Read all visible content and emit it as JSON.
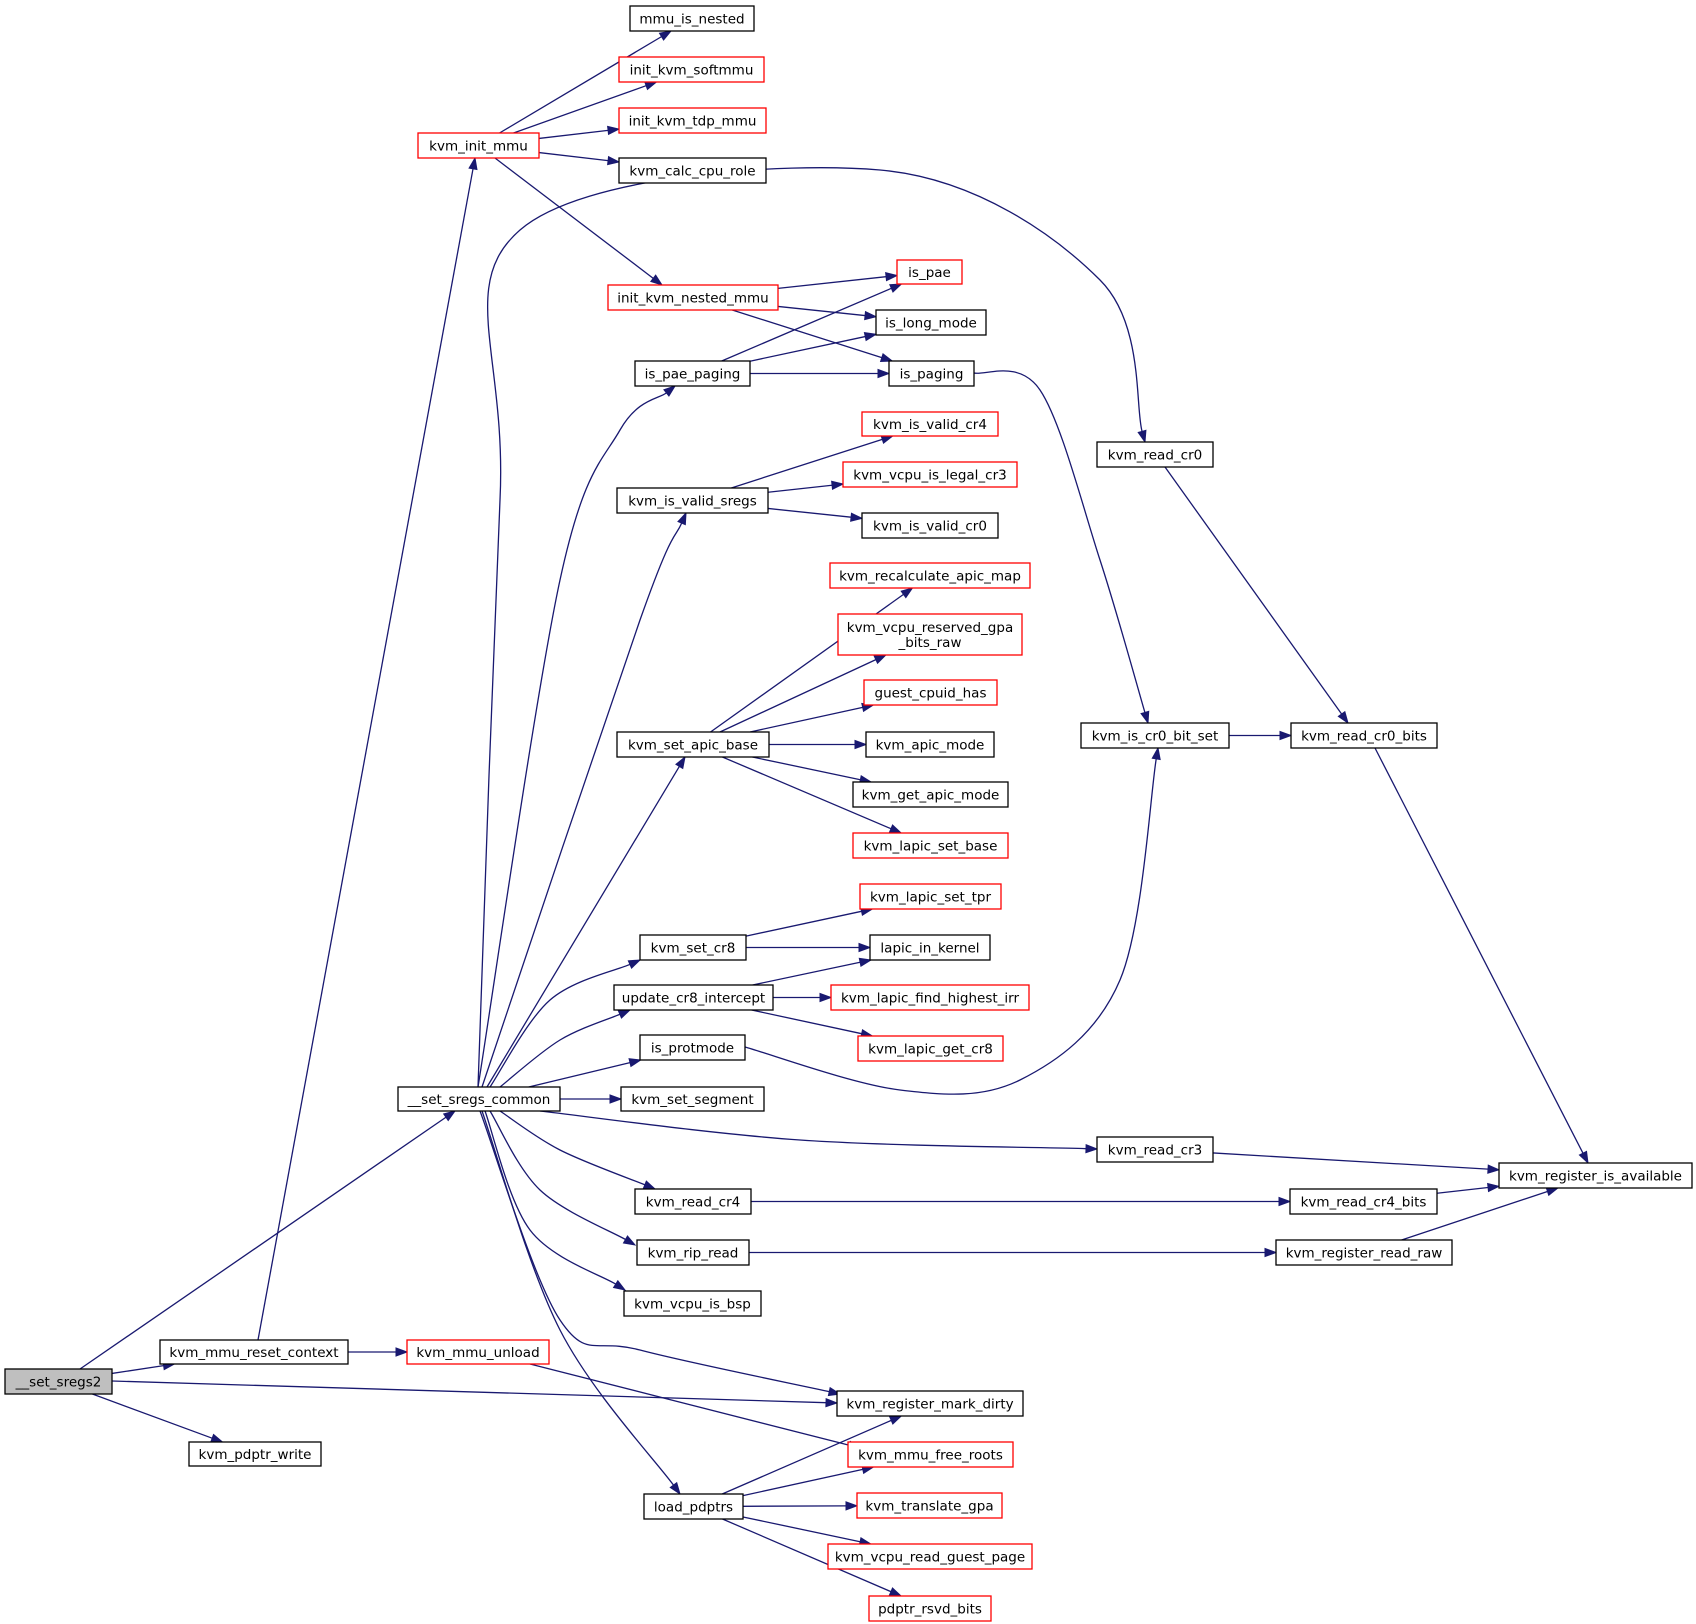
{
  "colors": {
    "edge": "#191970",
    "border_default": "#000000",
    "border_external": "#ff0000",
    "fill_default": "#ffffff",
    "fill_root": "#bfbfbf"
  },
  "nodes": [
    {
      "id": "set_sregs2",
      "label": "__set_sregs2",
      "style": "root"
    },
    {
      "id": "mmu_reset",
      "label": "kvm_mmu_reset_context",
      "style": "default"
    },
    {
      "id": "pdptr_write",
      "label": "kvm_pdptr_write",
      "style": "default"
    },
    {
      "id": "sregs_common",
      "label": "__set_sregs_common",
      "style": "default"
    },
    {
      "id": "init_mmu",
      "label": "kvm_init_mmu",
      "style": "external"
    },
    {
      "id": "mmu_unload",
      "label": "kvm_mmu_unload",
      "style": "external"
    },
    {
      "id": "mmu_is_nested",
      "label": "mmu_is_nested",
      "style": "default"
    },
    {
      "id": "init_softmmu",
      "label": "init_kvm_softmmu",
      "style": "external"
    },
    {
      "id": "init_tdp",
      "label": "init_kvm_tdp_mmu",
      "style": "external"
    },
    {
      "id": "calc_cpu_role",
      "label": "kvm_calc_cpu_role",
      "style": "default"
    },
    {
      "id": "init_nested",
      "label": "init_kvm_nested_mmu",
      "style": "external"
    },
    {
      "id": "is_pae_paging",
      "label": "is_pae_paging",
      "style": "default"
    },
    {
      "id": "valid_sregs",
      "label": "kvm_is_valid_sregs",
      "style": "default"
    },
    {
      "id": "set_apic_base",
      "label": "kvm_set_apic_base",
      "style": "default"
    },
    {
      "id": "set_cr8",
      "label": "kvm_set_cr8",
      "style": "default"
    },
    {
      "id": "update_cr8",
      "label": "update_cr8_intercept",
      "style": "default"
    },
    {
      "id": "is_protmode",
      "label": "is_protmode",
      "style": "default"
    },
    {
      "id": "set_segment",
      "label": "kvm_set_segment",
      "style": "default"
    },
    {
      "id": "read_cr4",
      "label": "kvm_read_cr4",
      "style": "default"
    },
    {
      "id": "rip_read",
      "label": "kvm_rip_read",
      "style": "default"
    },
    {
      "id": "vcpu_is_bsp",
      "label": "kvm_vcpu_is_bsp",
      "style": "default"
    },
    {
      "id": "load_pdptrs",
      "label": "load_pdptrs",
      "style": "default"
    },
    {
      "id": "is_pae",
      "label": "is_pae",
      "style": "external"
    },
    {
      "id": "is_long_mode",
      "label": "is_long_mode",
      "style": "default"
    },
    {
      "id": "is_paging",
      "label": "is_paging",
      "style": "default"
    },
    {
      "id": "valid_cr4",
      "label": "kvm_is_valid_cr4",
      "style": "external"
    },
    {
      "id": "legal_cr3",
      "label": "kvm_vcpu_is_legal_cr3",
      "style": "external"
    },
    {
      "id": "valid_cr0",
      "label": "kvm_is_valid_cr0",
      "style": "default"
    },
    {
      "id": "recalc_apic",
      "label": "kvm_recalculate_apic_map",
      "style": "external"
    },
    {
      "id": "reserved_gpa",
      "label": "kvm_vcpu_reserved_gpa\n_bits_raw",
      "style": "external"
    },
    {
      "id": "guest_cpuid",
      "label": "guest_cpuid_has",
      "style": "external"
    },
    {
      "id": "apic_mode",
      "label": "kvm_apic_mode",
      "style": "default"
    },
    {
      "id": "get_apic_mode",
      "label": "kvm_get_apic_mode",
      "style": "default"
    },
    {
      "id": "lapic_set_base",
      "label": "kvm_lapic_set_base",
      "style": "external"
    },
    {
      "id": "lapic_set_tpr",
      "label": "kvm_lapic_set_tpr",
      "style": "external"
    },
    {
      "id": "lapic_in_kernel",
      "label": "lapic_in_kernel",
      "style": "default"
    },
    {
      "id": "highest_irr",
      "label": "kvm_lapic_find_highest_irr",
      "style": "external"
    },
    {
      "id": "lapic_get_cr8",
      "label": "kvm_lapic_get_cr8",
      "style": "external"
    },
    {
      "id": "mark_dirty",
      "label": "kvm_register_mark_dirty",
      "style": "default"
    },
    {
      "id": "free_roots",
      "label": "kvm_mmu_free_roots",
      "style": "external"
    },
    {
      "id": "translate_gpa",
      "label": "kvm_translate_gpa",
      "style": "external"
    },
    {
      "id": "read_guest_page",
      "label": "kvm_vcpu_read_guest_page",
      "style": "external"
    },
    {
      "id": "pdptr_rsvd",
      "label": "pdptr_rsvd_bits",
      "style": "external"
    },
    {
      "id": "read_cr0",
      "label": "kvm_read_cr0",
      "style": "default"
    },
    {
      "id": "cr0_bit_set",
      "label": "kvm_is_cr0_bit_set",
      "style": "default"
    },
    {
      "id": "read_cr3",
      "label": "kvm_read_cr3",
      "style": "default"
    },
    {
      "id": "read_cr0_bits",
      "label": "kvm_read_cr0_bits",
      "style": "default"
    },
    {
      "id": "read_cr4_bits",
      "label": "kvm_read_cr4_bits",
      "style": "default"
    },
    {
      "id": "read_raw",
      "label": "kvm_register_read_raw",
      "style": "default"
    },
    {
      "id": "reg_available",
      "label": "kvm_register_is_available",
      "style": "default"
    }
  ],
  "edges": [
    [
      "set_sregs2",
      "sregs_common"
    ],
    [
      "set_sregs2",
      "mmu_reset"
    ],
    [
      "set_sregs2",
      "mark_dirty"
    ],
    [
      "set_sregs2",
      "pdptr_write"
    ],
    [
      "mmu_reset",
      "init_mmu"
    ],
    [
      "mmu_reset",
      "mmu_unload"
    ],
    [
      "mmu_unload",
      "free_roots"
    ],
    [
      "init_mmu",
      "mmu_is_nested"
    ],
    [
      "init_mmu",
      "init_softmmu"
    ],
    [
      "init_mmu",
      "init_tdp"
    ],
    [
      "init_mmu",
      "calc_cpu_role"
    ],
    [
      "init_mmu",
      "init_nested"
    ],
    [
      "init_nested",
      "is_pae"
    ],
    [
      "init_nested",
      "is_long_mode"
    ],
    [
      "init_nested",
      "is_paging"
    ],
    [
      "is_pae_paging",
      "is_pae"
    ],
    [
      "is_pae_paging",
      "is_long_mode"
    ],
    [
      "is_pae_paging",
      "is_paging"
    ],
    [
      "is_paging",
      "cr0_bit_set"
    ],
    [
      "is_protmode",
      "cr0_bit_set"
    ],
    [
      "cr0_bit_set",
      "read_cr0_bits"
    ],
    [
      "read_cr0",
      "read_cr0_bits"
    ],
    [
      "read_cr0_bits",
      "reg_available"
    ],
    [
      "sregs_common",
      "read_cr0"
    ],
    [
      "sregs_common",
      "is_pae_paging"
    ],
    [
      "sregs_common",
      "valid_sregs"
    ],
    [
      "sregs_common",
      "set_apic_base"
    ],
    [
      "sregs_common",
      "set_cr8"
    ],
    [
      "sregs_common",
      "update_cr8"
    ],
    [
      "sregs_common",
      "is_protmode"
    ],
    [
      "sregs_common",
      "set_segment"
    ],
    [
      "sregs_common",
      "read_cr3"
    ],
    [
      "sregs_common",
      "read_cr4"
    ],
    [
      "sregs_common",
      "rip_read"
    ],
    [
      "sregs_common",
      "vcpu_is_bsp"
    ],
    [
      "sregs_common",
      "mark_dirty"
    ],
    [
      "sregs_common",
      "load_pdptrs"
    ],
    [
      "valid_sregs",
      "valid_cr4"
    ],
    [
      "valid_sregs",
      "legal_cr3"
    ],
    [
      "valid_sregs",
      "valid_cr0"
    ],
    [
      "set_apic_base",
      "recalc_apic"
    ],
    [
      "set_apic_base",
      "reserved_gpa"
    ],
    [
      "set_apic_base",
      "guest_cpuid"
    ],
    [
      "set_apic_base",
      "apic_mode"
    ],
    [
      "set_apic_base",
      "get_apic_mode"
    ],
    [
      "set_apic_base",
      "lapic_set_base"
    ],
    [
      "set_cr8",
      "lapic_set_tpr"
    ],
    [
      "set_cr8",
      "lapic_in_kernel"
    ],
    [
      "update_cr8",
      "lapic_in_kernel"
    ],
    [
      "update_cr8",
      "highest_irr"
    ],
    [
      "update_cr8",
      "lapic_get_cr8"
    ],
    [
      "read_cr3",
      "reg_available"
    ],
    [
      "read_cr4",
      "read_cr4_bits"
    ],
    [
      "read_cr4_bits",
      "reg_available"
    ],
    [
      "rip_read",
      "read_raw"
    ],
    [
      "read_raw",
      "reg_available"
    ],
    [
      "load_pdptrs",
      "mark_dirty"
    ],
    [
      "load_pdptrs",
      "free_roots"
    ],
    [
      "load_pdptrs",
      "translate_gpa"
    ],
    [
      "load_pdptrs",
      "read_guest_page"
    ],
    [
      "load_pdptrs",
      "pdptr_rsvd"
    ]
  ]
}
